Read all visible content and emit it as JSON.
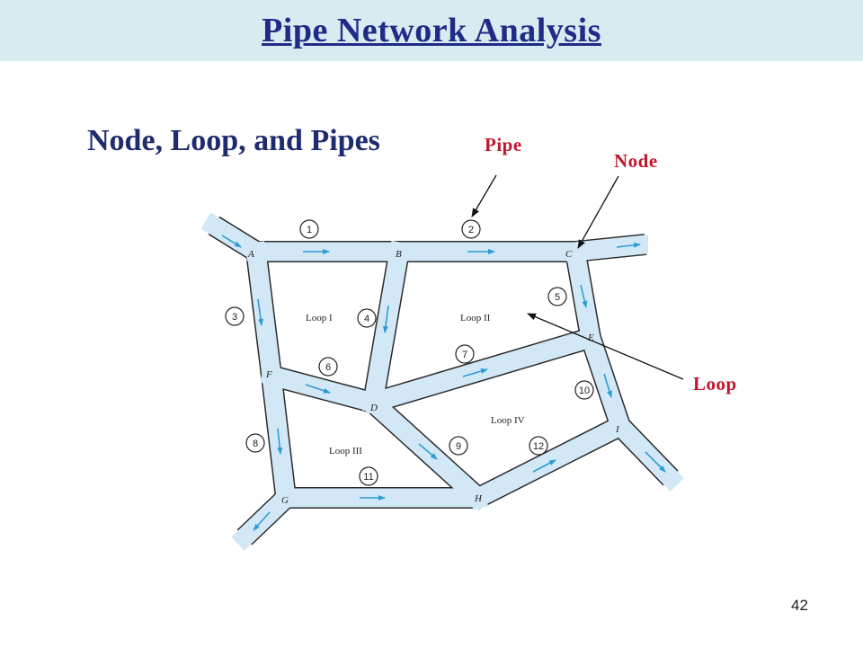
{
  "slide": {
    "title": "Pipe Network Analysis",
    "subtitle": "Node, Loop, and Pipes",
    "page_number": "42"
  },
  "callouts": {
    "pipe": "Pipe",
    "node": "Node",
    "loop": "Loop"
  },
  "diagram": {
    "nodes": [
      "A",
      "B",
      "C",
      "D",
      "E",
      "F",
      "G",
      "H",
      "I"
    ],
    "loops": [
      "Loop I",
      "Loop II",
      "Loop III",
      "Loop IV"
    ],
    "pipes": [
      "1",
      "2",
      "3",
      "4",
      "5",
      "6",
      "7",
      "8",
      "9",
      "10",
      "11",
      "12"
    ]
  },
  "colors": {
    "pipe_fill": "#d3e8f6",
    "pipe_edge": "#2b2b2b",
    "flow_arrow": "#2e9bd6",
    "callout_text": "#c0162e",
    "title_text": "#1f2b87",
    "title_bar": "#d6ecf0"
  }
}
